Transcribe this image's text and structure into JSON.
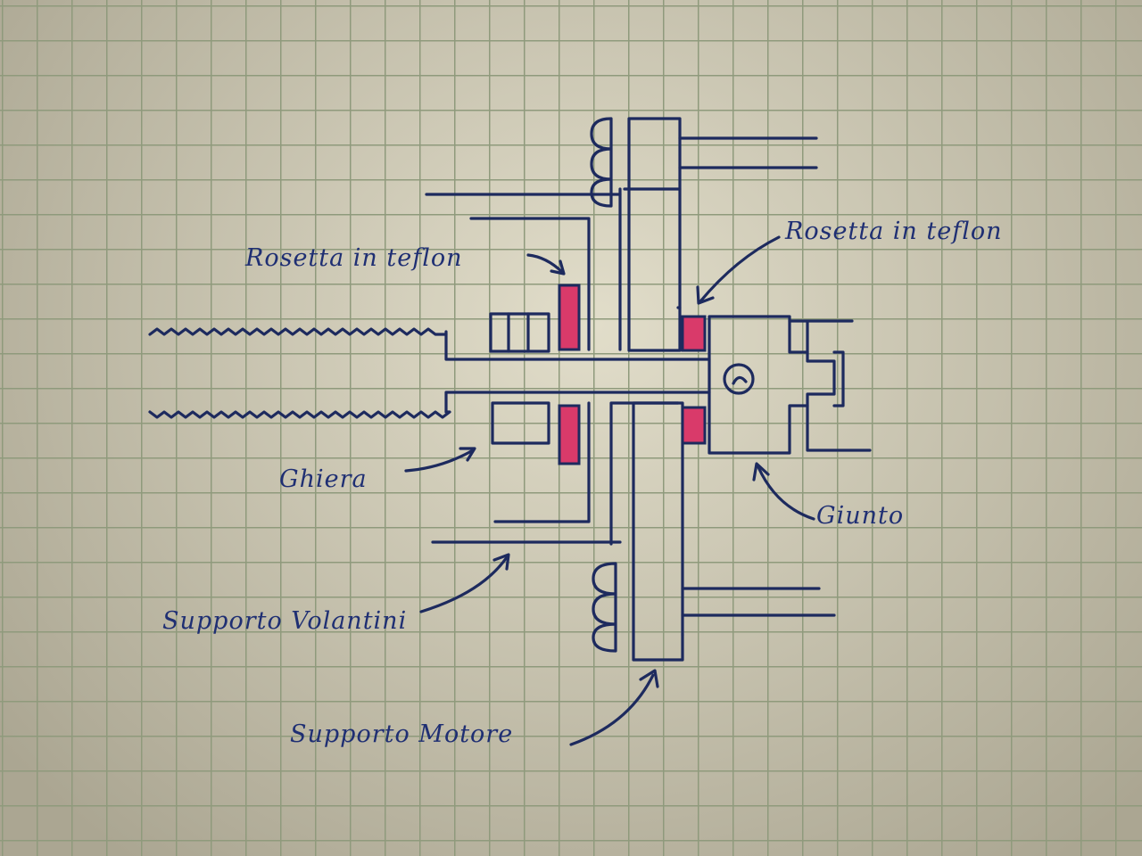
{
  "labels": {
    "rosetta_left": "Rosetta in teflon",
    "rosetta_right": "Rosetta in teflon",
    "ghiera": "Ghiera",
    "giunto": "Giunto",
    "supporto_volantini": "Supporto Volantini",
    "supporto_motore": "Supporto Motore"
  },
  "colors": {
    "ink": "#1d2a5e",
    "teflon_washer": "#d93a6a",
    "paper": "#d6d3bf",
    "grid": "#8f9a7c"
  }
}
